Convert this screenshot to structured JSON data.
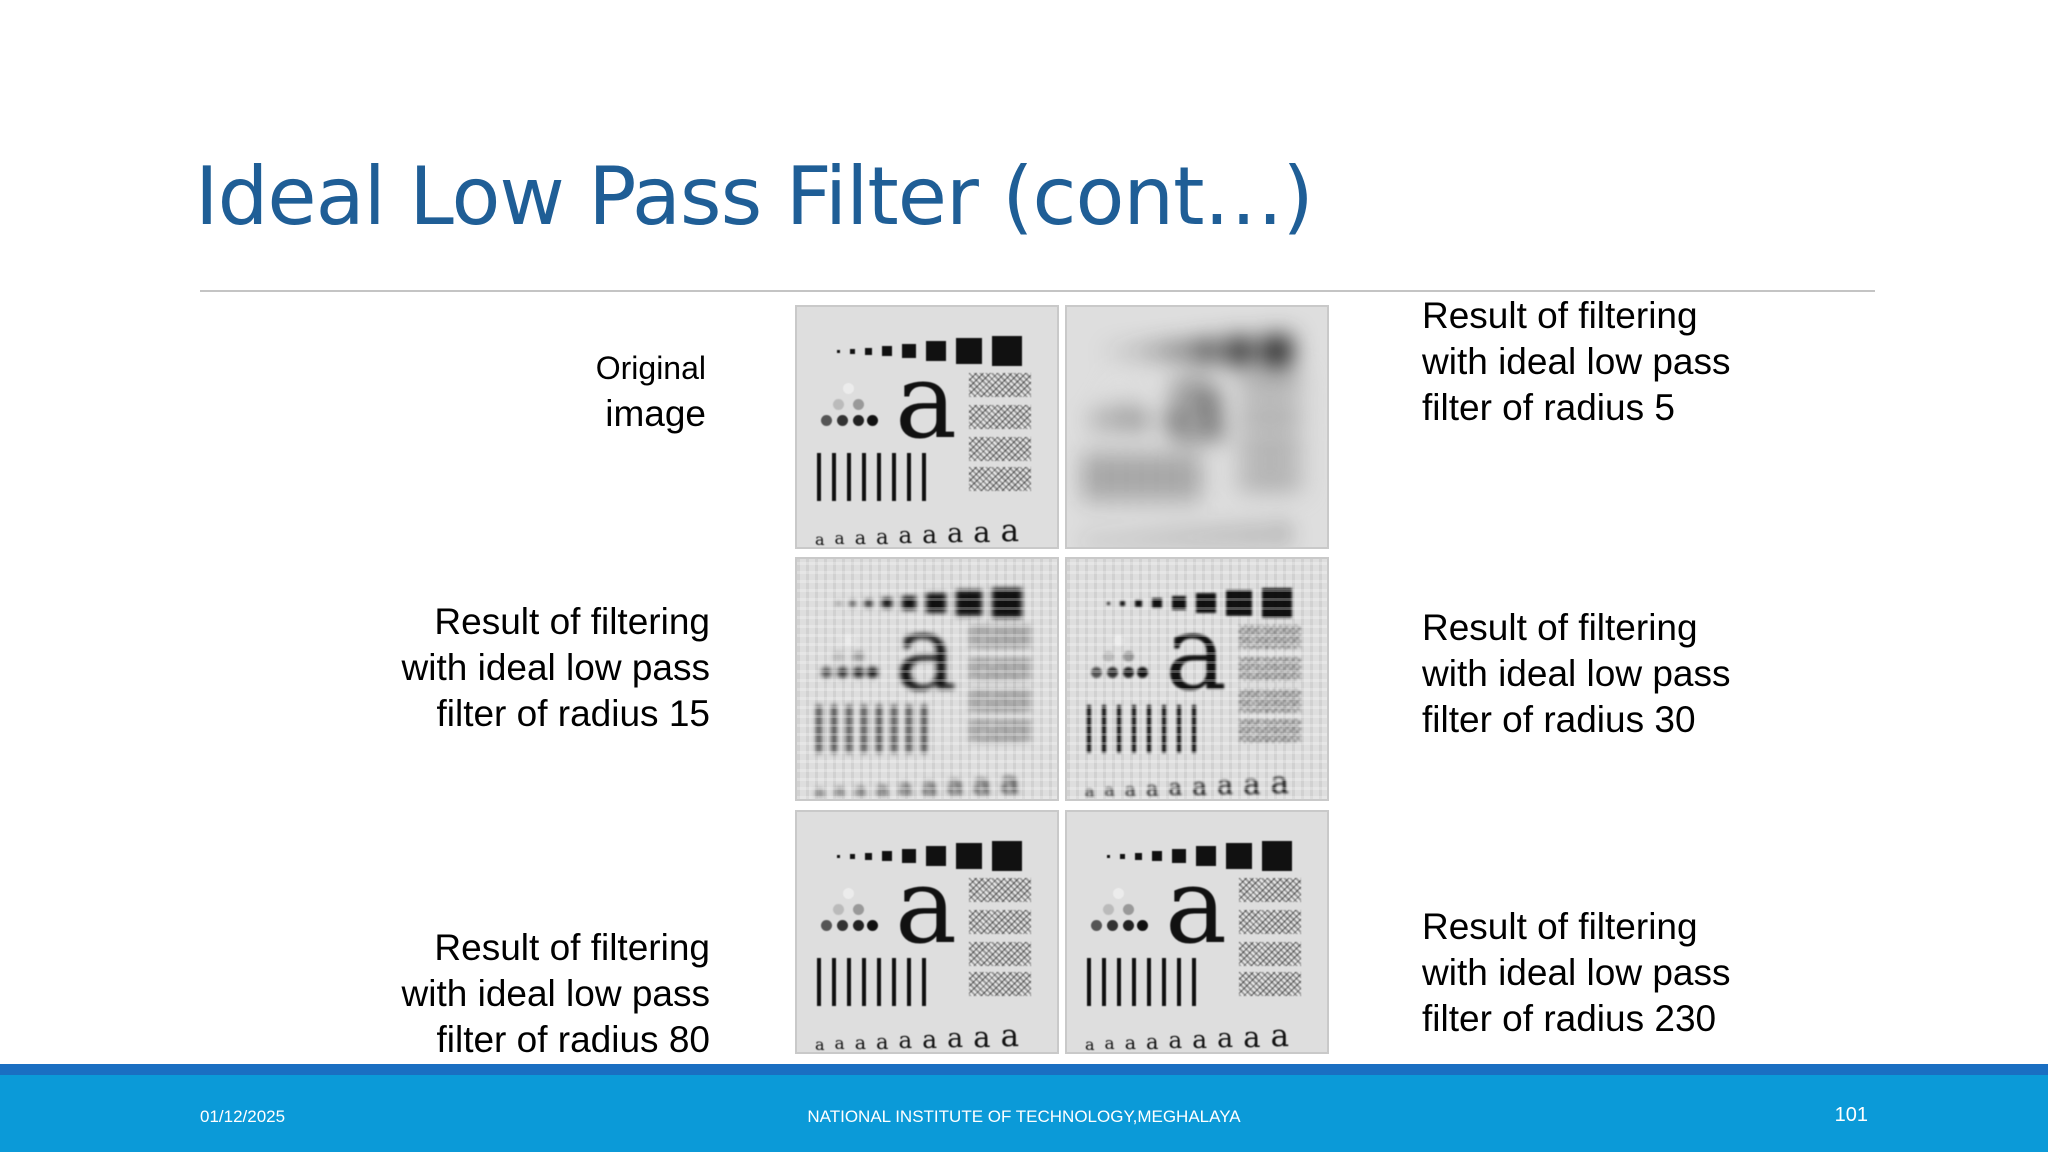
{
  "slide": {
    "title": "Ideal Low Pass Filter (cont…)",
    "labels": {
      "original": [
        "Original",
        "image"
      ],
      "r5": [
        "Result of filtering",
        "with ideal low pass",
        "filter of radius 5"
      ],
      "r15": [
        "Result of filtering",
        "with ideal low pass",
        "filter of radius 15"
      ],
      "r30": [
        "Result of filtering",
        "with ideal low pass",
        "filter of radius 30"
      ],
      "r80": [
        "Result of filtering",
        "with ideal low pass",
        "filter of radius 80"
      ],
      "r230": [
        "Result of filtering",
        "with ideal low pass",
        "filter of radius 230"
      ]
    },
    "test_image": {
      "big_letter": "a",
      "small_letters": [
        "a",
        "a",
        "a",
        "a",
        "a",
        "a",
        "a",
        "a",
        "a"
      ]
    }
  },
  "footer": {
    "date": "01/12/2025",
    "institution": "NATIONAL INSTITUTE OF TECHNOLOGY,MEGHALAYA",
    "page_number": "101"
  }
}
